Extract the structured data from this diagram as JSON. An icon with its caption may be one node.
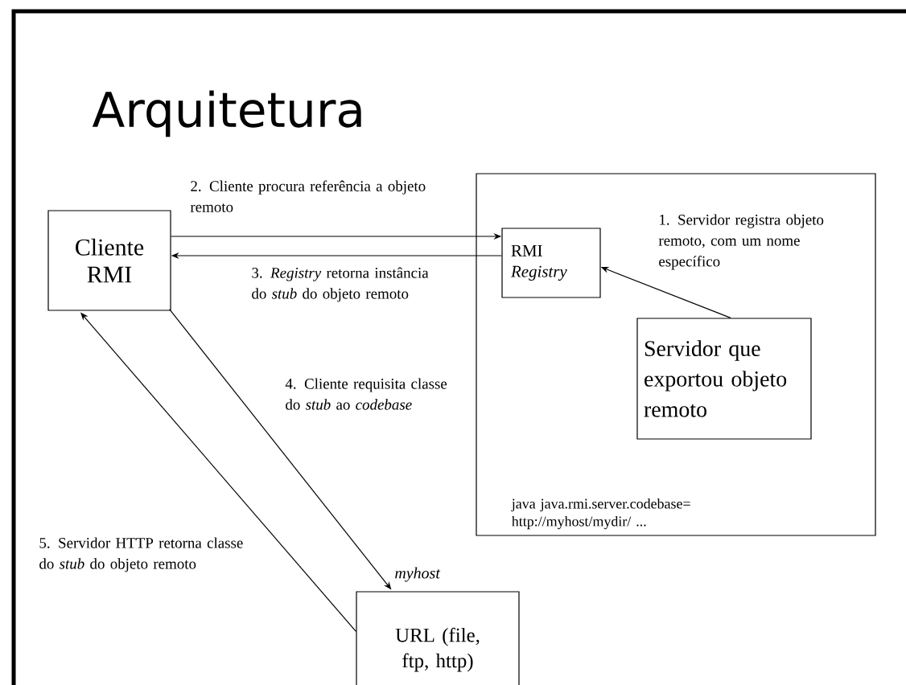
{
  "diagram": {
    "title": "Arquitetura",
    "nodes": [
      {
        "text": [
          "Cliente RMI"
        ]
      },
      {
        "text": [
          "java    java.rmi.server.codebase= http://myhost/mydir/ ..."
        ]
      },
      {
        "text": [
          "RMI *Registry*"
        ],
        "in": 1
      },
      {
        "text": [
          "Servidor que exportou objeto remoto"
        ],
        "in": 1
      },
      {
        "text": [
          "URL (file, ftp, http)"
        ],
        "beside": [
          "myhost"
        ]
      }
    ],
    "edges": [
      {
        "from": 3,
        "to": 2,
        "arrow": "to",
        "label": "1. Servidor registra objeto remoto, com um nome específico"
      },
      {
        "from": 0,
        "to": 2,
        "arrow": "to",
        "label": "2. Cliente procura referência a objeto remoto"
      },
      {
        "from": 2,
        "to": 0,
        "arrow": "to",
        "label": "3. *Registry* retorna instância do *stub* do objeto remoto"
      },
      {
        "from": 0,
        "to": 4,
        "arrow": "to",
        "label": "4. Cliente requisita classe do *stub* ao *codebase*"
      },
      {
        "from": 4,
        "to": 0,
        "arrow": "to",
        "label": "5. Servidor HTTP retorna classe do *stub* do objeto remoto"
      }
    ]
  }
}
